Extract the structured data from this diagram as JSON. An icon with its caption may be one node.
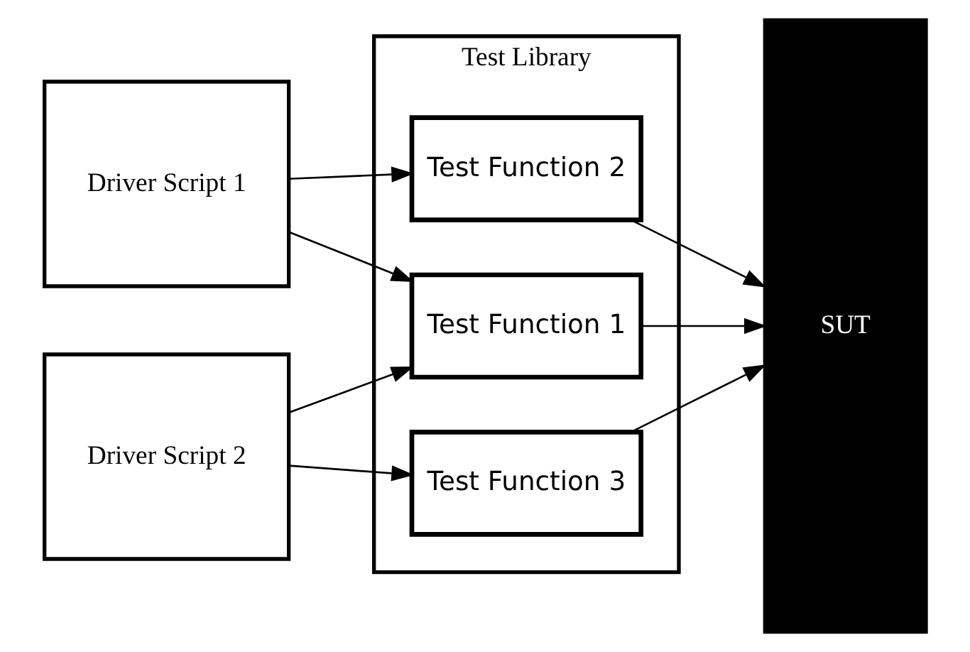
{
  "diagram": {
    "nodes": [
      {
        "text": [
          "Driver Script 1"
        ]
      },
      {
        "text": [
          "Driver Script 2"
        ]
      },
      {
        "text": [
          "Test Library"
        ]
      },
      {
        "text": [
          "Test Function 1"
        ],
        "in": 2
      },
      {
        "text": [
          "Test Function 2"
        ],
        "in": 2
      },
      {
        "text": [
          "Test Function 3"
        ],
        "in": 2
      },
      {
        "text": [
          "SUT"
        ]
      }
    ],
    "edges": [
      {
        "from": 0,
        "to": 3,
        "arrow": "to"
      },
      {
        "from": 0,
        "to": 4,
        "arrow": "to"
      },
      {
        "from": 1,
        "to": 3,
        "arrow": "to"
      },
      {
        "from": 1,
        "to": 5,
        "arrow": "to"
      },
      {
        "from": 3,
        "to": 6,
        "arrow": "to"
      },
      {
        "from": 4,
        "to": 6,
        "arrow": "to"
      },
      {
        "from": 5,
        "to": 6,
        "arrow": "to"
      }
    ]
  }
}
